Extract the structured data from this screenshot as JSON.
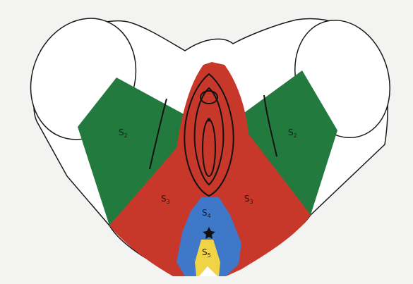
{
  "diagram": {
    "labels": {
      "s2_left": {
        "main": "S",
        "sub": "2"
      },
      "s2_right": {
        "main": "S",
        "sub": "2"
      },
      "s3_left": {
        "main": "S",
        "sub": "3"
      },
      "s3_right": {
        "main": "S",
        "sub": "3"
      },
      "s4": {
        "main": "S",
        "sub": "4"
      },
      "s5": {
        "main": "S",
        "sub": "5"
      }
    },
    "colors": {
      "s2": "#237a3f",
      "s3": "#c8382a",
      "s4": "#3f78c9",
      "s5": "#f0d445",
      "outline": "#1a1a1a",
      "background": "#f3f3f1"
    }
  }
}
